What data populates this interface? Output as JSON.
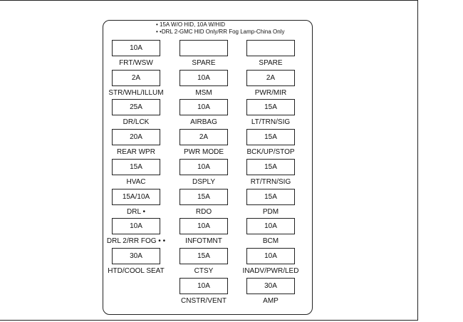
{
  "notes": [
    "• 15A W/O HID, 10A W/HID",
    "• •DRL 2-GMC HID Only/RR Fog Lamp-China Only"
  ],
  "rows": [
    [
      {
        "rating": "10A",
        "label": "FRT/WSW"
      },
      {
        "rating": "",
        "label": "SPARE"
      },
      {
        "rating": "",
        "label": "SPARE"
      }
    ],
    [
      {
        "rating": "2A",
        "label": "STR/WHL/ILLUM"
      },
      {
        "rating": "10A",
        "label": "MSM"
      },
      {
        "rating": "2A",
        "label": "PWR/MIR"
      }
    ],
    [
      {
        "rating": "25A",
        "label": "DR/LCK"
      },
      {
        "rating": "10A",
        "label": "AIRBAG"
      },
      {
        "rating": "15A",
        "label": "LT/TRN/SIG"
      }
    ],
    [
      {
        "rating": "20A",
        "label": "REAR WPR"
      },
      {
        "rating": "2A",
        "label": "PWR MODE"
      },
      {
        "rating": "15A",
        "label": "BCK/UP/STOP"
      }
    ],
    [
      {
        "rating": "15A",
        "label": "HVAC"
      },
      {
        "rating": "10A",
        "label": "DSPLY"
      },
      {
        "rating": "15A",
        "label": "RT/TRN/SIG"
      }
    ],
    [
      {
        "rating": "15A/10A",
        "label": "DRL •"
      },
      {
        "rating": "15A",
        "label": "RDO"
      },
      {
        "rating": "15A",
        "label": "PDM"
      }
    ],
    [
      {
        "rating": "10A",
        "label": "DRL 2/RR FOG • •"
      },
      {
        "rating": "10A",
        "label": "INFOTMNT"
      },
      {
        "rating": "10A",
        "label": "BCM"
      }
    ],
    [
      {
        "rating": "30A",
        "label": "HTD/COOL SEAT"
      },
      {
        "rating": "15A",
        "label": "CTSY"
      },
      {
        "rating": "10A",
        "label": "INADV/PWR/LED"
      }
    ],
    [
      null,
      {
        "rating": "10A",
        "label": "CNSTR/VENT"
      },
      {
        "rating": "30A",
        "label": "AMP"
      }
    ]
  ]
}
